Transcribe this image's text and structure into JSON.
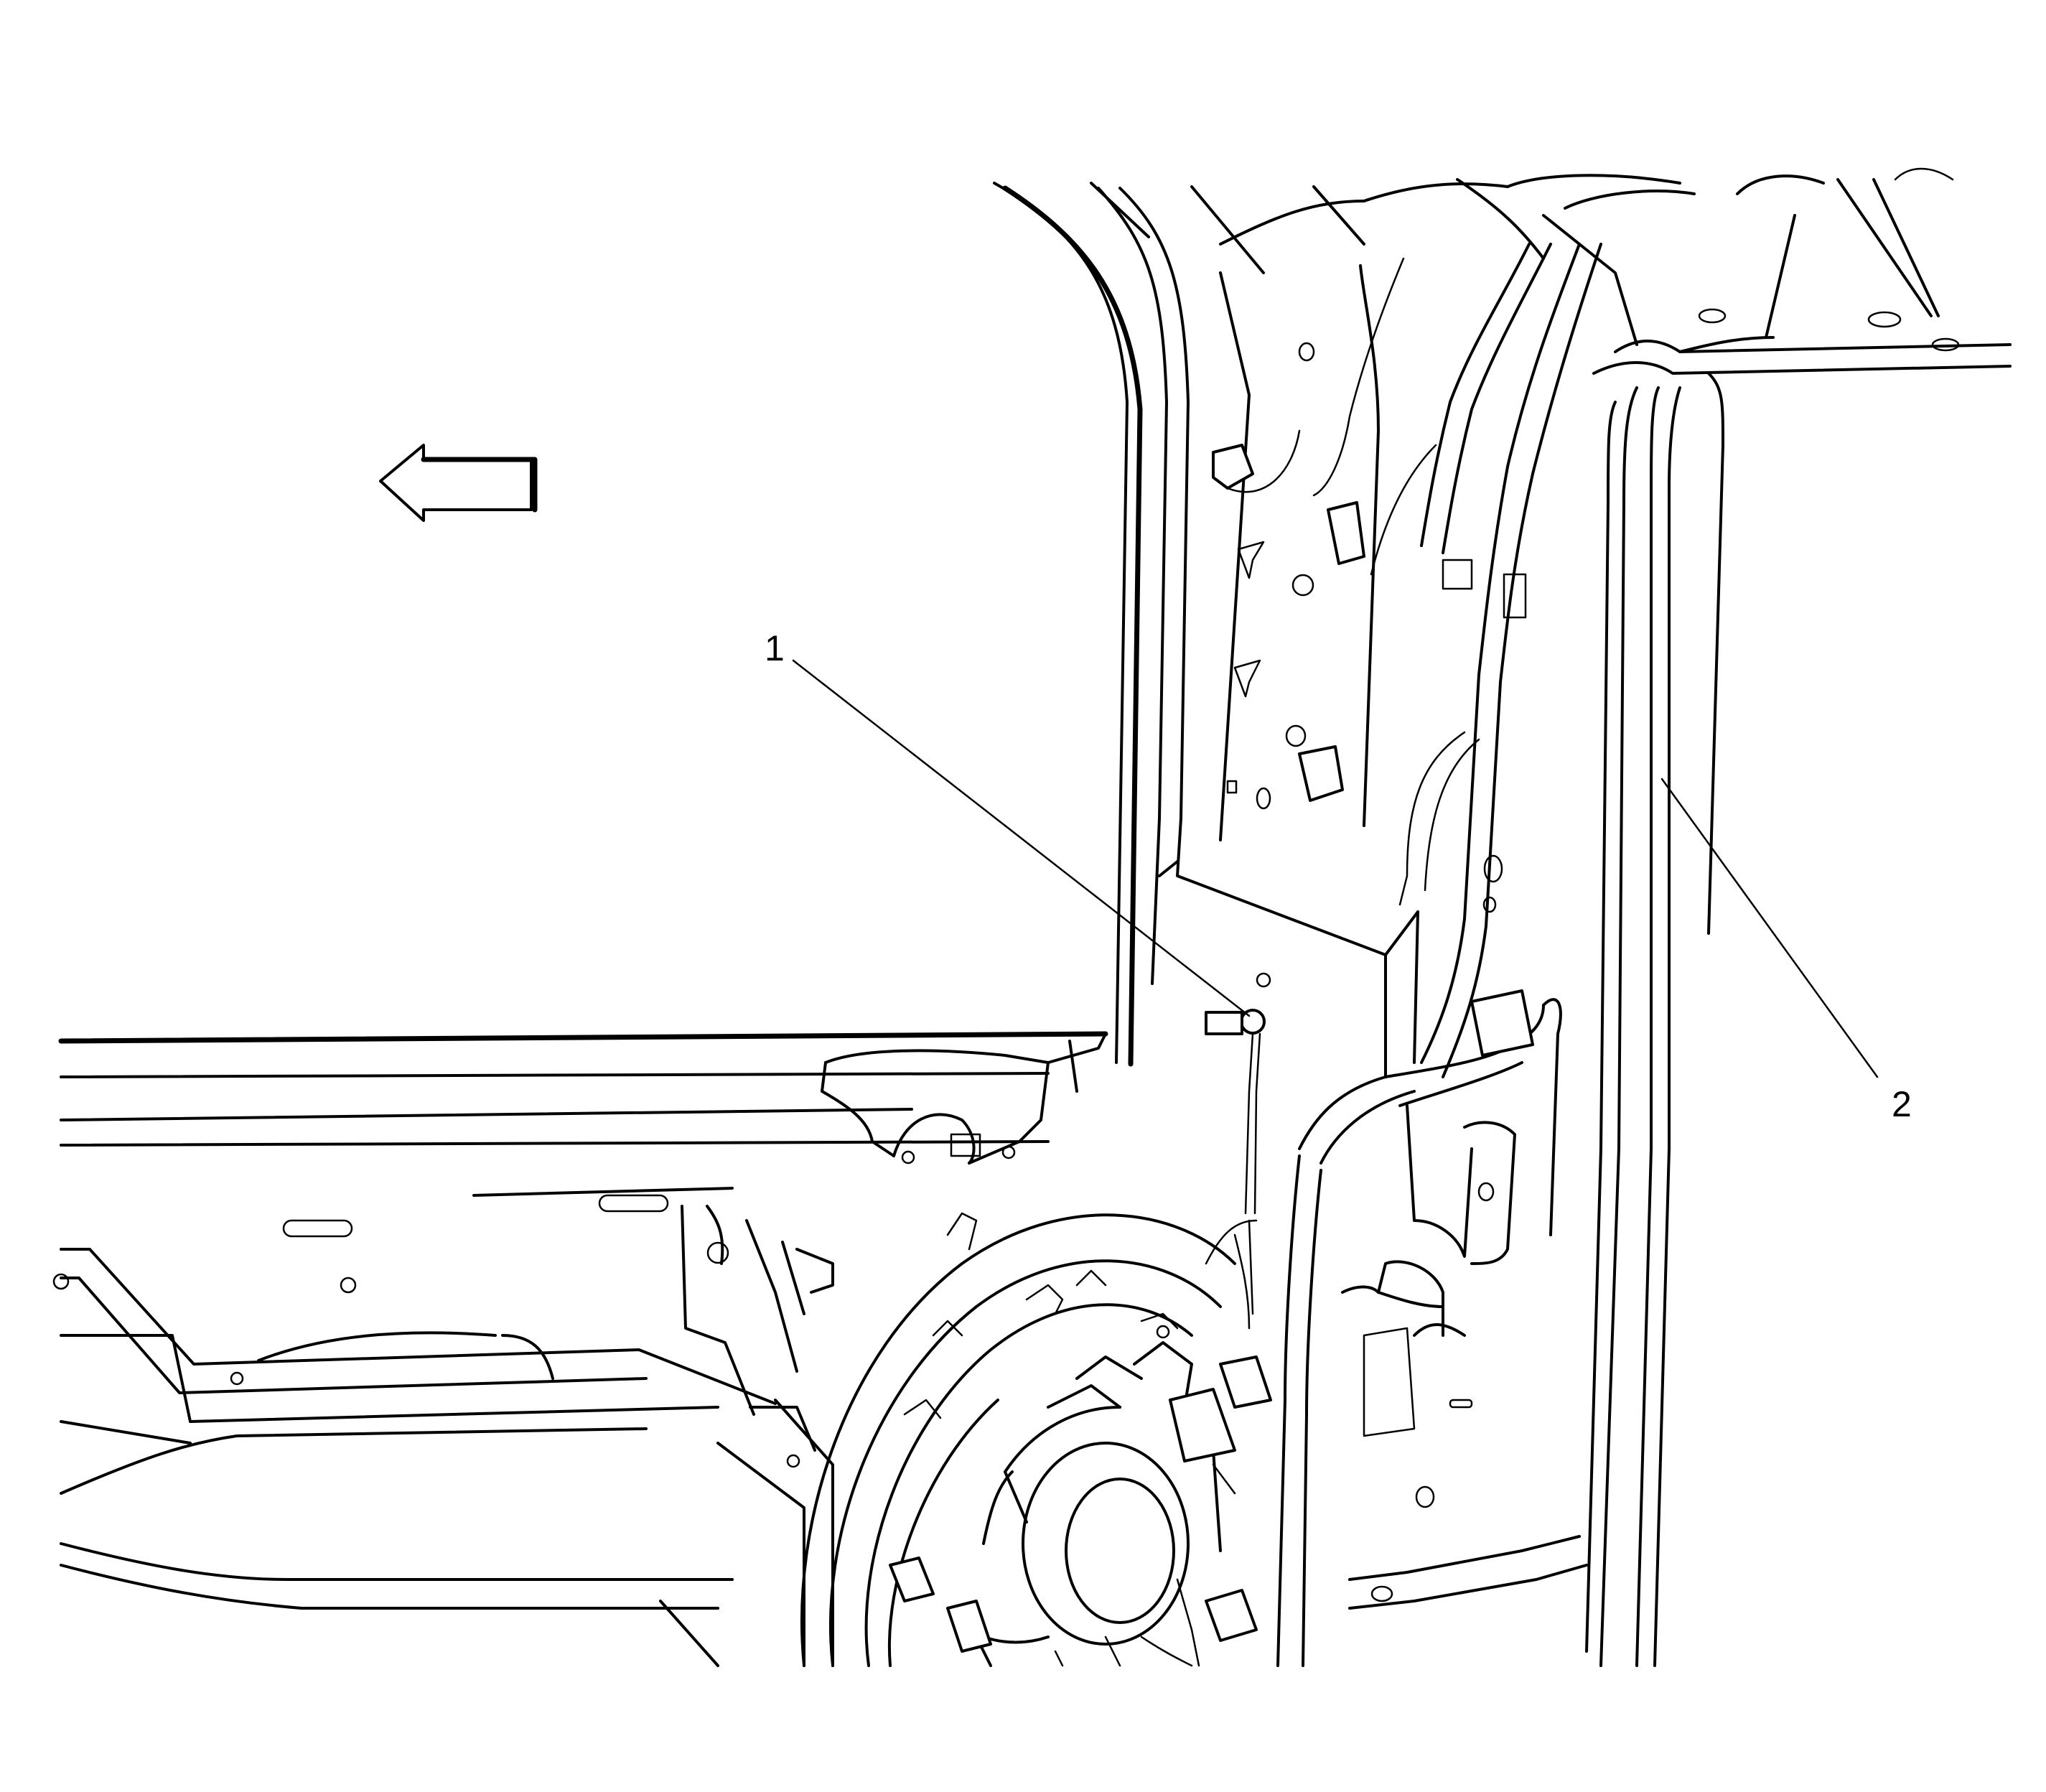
{
  "callouts": [
    {
      "id": "1",
      "label": "1"
    },
    {
      "id": "2",
      "label": "2"
    }
  ],
  "icons": {
    "direction_arrow": "left-arrow-icon"
  },
  "colors": {
    "line": "#000000",
    "background": "#ffffff"
  }
}
